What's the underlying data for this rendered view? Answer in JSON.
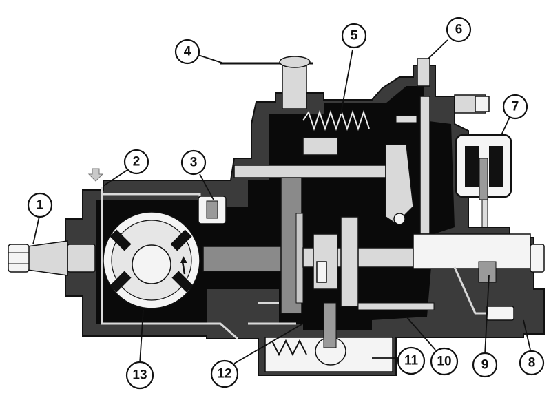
{
  "diagram": {
    "callouts": [
      {
        "id": "c1",
        "label": "1"
      },
      {
        "id": "c2",
        "label": "2"
      },
      {
        "id": "c3",
        "label": "3"
      },
      {
        "id": "c4",
        "label": "4"
      },
      {
        "id": "c5",
        "label": "5"
      },
      {
        "id": "c6",
        "label": "6"
      },
      {
        "id": "c7",
        "label": "7"
      },
      {
        "id": "c8",
        "label": "8"
      },
      {
        "id": "c9",
        "label": "9"
      },
      {
        "id": "c10",
        "label": "10"
      },
      {
        "id": "c11",
        "label": "11"
      },
      {
        "id": "c12",
        "label": "12"
      },
      {
        "id": "c13",
        "label": "13"
      }
    ],
    "colors": {
      "housing": "#3b3b3b",
      "cavity": "#0a0a0a",
      "parts_light": "#d9d9d9",
      "parts_mid": "#8a8a8a",
      "arrow": "#c9c9c9"
    }
  }
}
